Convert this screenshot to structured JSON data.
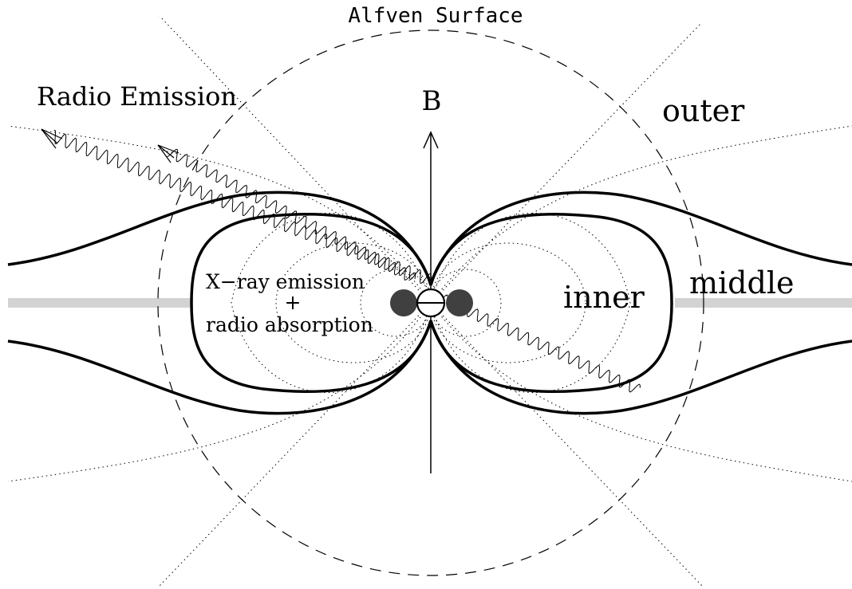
{
  "labels": {
    "alfven": "Alfven Surface",
    "radio_emission": "Radio Emission",
    "field": "B",
    "outer": "outer",
    "middle": "middle",
    "inner": "inner",
    "xray_line1": "X−ray emission",
    "xray_plus": "+",
    "xray_line2": "radio absorption"
  },
  "colors": {
    "ink": "#000000",
    "equatorial_disk": "#d3d3d3",
    "companion_blob": "#404040",
    "star_fill": "#ffffff"
  },
  "icons": {
    "star": "star-circle-icon",
    "arrow": "arrowhead-icon"
  }
}
